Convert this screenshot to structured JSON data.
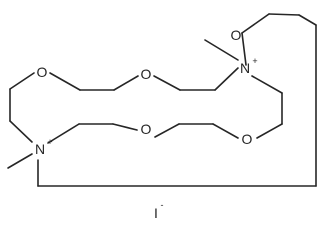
{
  "molecule": {
    "atoms": {
      "o_ring_top_right": "O",
      "n_top": "N",
      "n_top_charge": "+",
      "o_upper_left": "O",
      "o_upper_mid": "O",
      "o_lower_mid": "O",
      "o_lower_right": "O",
      "n_bottom": "N",
      "n_bottom_charge": "+"
    },
    "counterion": {
      "symbol": "I",
      "charge": "-"
    }
  },
  "colors": {
    "bond": "#262626",
    "label": "#262626",
    "background": "#ffffff"
  }
}
